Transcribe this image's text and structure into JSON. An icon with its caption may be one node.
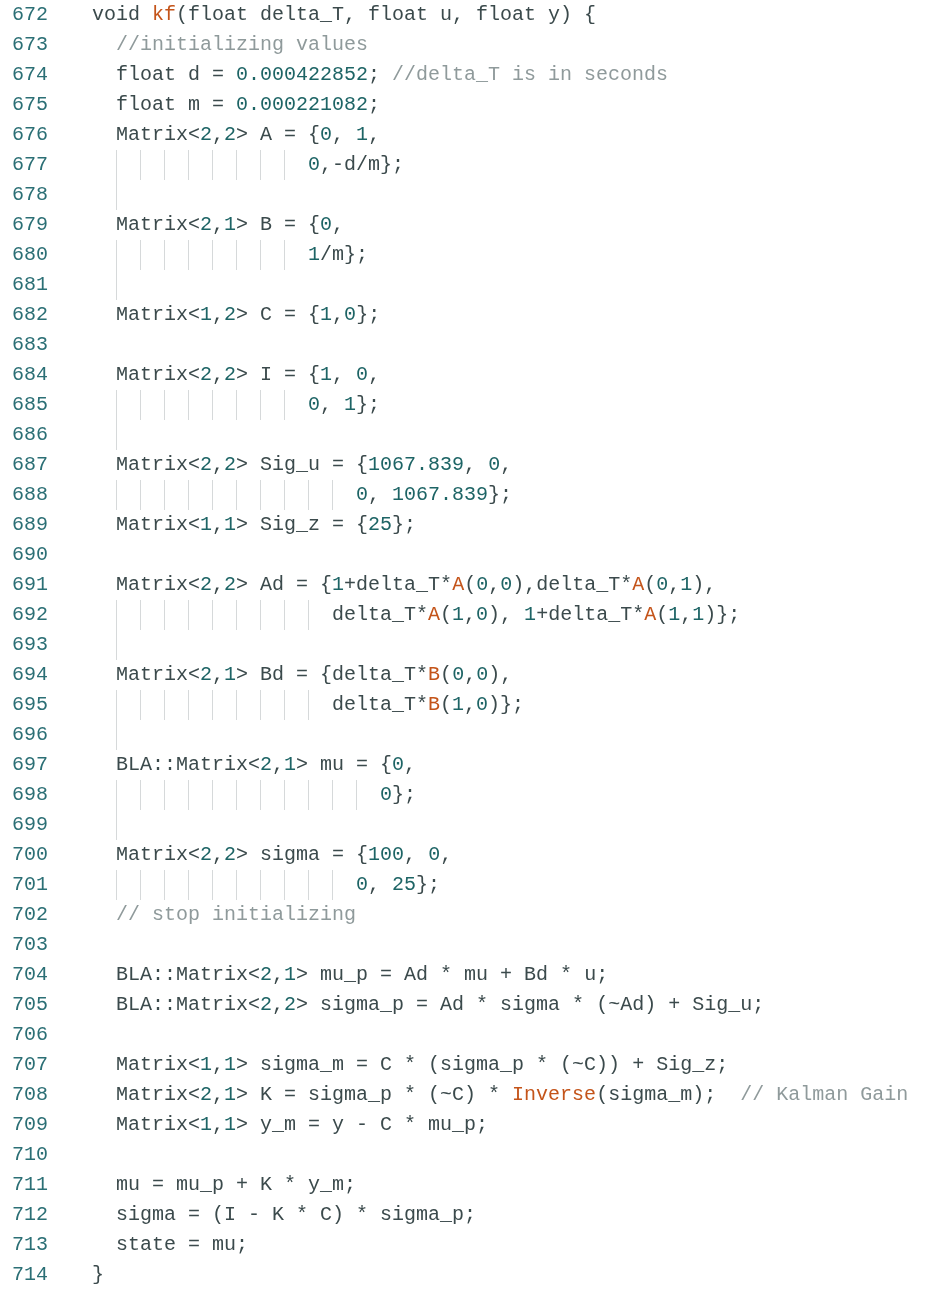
{
  "diagram": {
    "labels": [
      "672",
      "void kf(float delta_T, float u, float y) {",
      "673",
      "//initializing values",
      "674",
      "float d = 0.000422852; //delta_T is in seconds",
      "675",
      "float m = 0.000221082;",
      "676",
      "Matrix<2,2> A = {0, 1,",
      "677",
      "0,-d/m};",
      "678",
      "679",
      "Matrix<2,1> B = {0,",
      "680",
      "1/m};",
      "681",
      "682",
      "Matrix<1,2> C = {1,0};",
      "683",
      "684",
      "Matrix<2,2> I = {1, 0,",
      "685",
      "0, 1};",
      "686",
      "687",
      "Matrix<2,2> Sig_u = {1067.839, 0,",
      "688",
      "0, 1067.839};",
      "689",
      "Matrix<1,1> Sig_z = {25};",
      "690",
      "691",
      "Matrix<2,2> Ad = {1+delta_T*A(0,0),delta_T*A(0,1),",
      "692",
      "delta_T*A(1,0), 1+delta_T*A(1,1)};",
      "693",
      "694",
      "Matrix<2,1> Bd = {delta_T*B(0,0),",
      "695",
      "delta_T*B(1,0)};",
      "696",
      "697",
      "BLA::Matrix<2,1> mu = {0,",
      "698",
      "0};",
      "699",
      "700",
      "Matrix<2,2> sigma = {100, 0,",
      "701",
      "0, 25};",
      "702",
      "// stop initializing",
      "703",
      "704",
      "BLA::Matrix<2,1> mu_p = Ad * mu + Bd * u;",
      "705",
      "BLA::Matrix<2,2> sigma_p = Ad * sigma * (~Ad) + Sig_u;",
      "706",
      "707",
      "Matrix<1,1> sigma_m = C * (sigma_p * (~C)) + Sig_z;",
      "708",
      "Matrix<2,1> K = sigma_p * (~C) * Inverse(sigma_m);  // Kalman Gain",
      "709",
      "Matrix<1,1> y_m = y - C * mu_p;",
      "710",
      "711",
      "mu = mu_p + K * y_m;",
      "712",
      "sigma = (I - K * C) * sigma_p;",
      "713",
      "state = mu;",
      "714",
      "}"
    ]
  }
}
